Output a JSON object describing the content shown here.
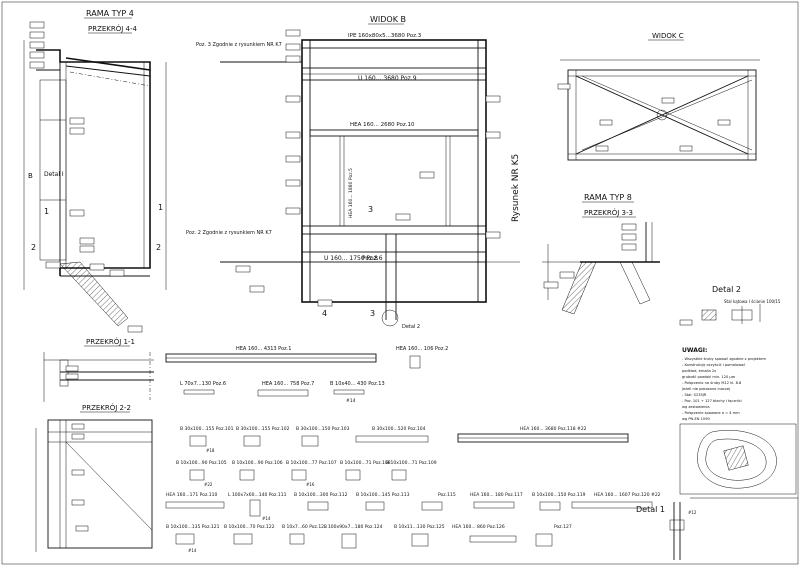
{
  "titles": {
    "rama_typ4": "RAMA TYP 4",
    "przekroj_44": "PRZEKRÓJ 4-4",
    "widok_b": "WIDOK B",
    "widok_c": "WIDOK C",
    "rama_typ8": "RAMA TYP 8",
    "przekroj_33": "PRZEKRÓJ 3-3",
    "detal2": "Detal 2",
    "detal1": "Detal 1",
    "detal1_small": "Detal I",
    "przekroj_11": "PRZEKRÓJ 1-1",
    "przekroj_22": "PRZEKRÓJ 2-2",
    "rysunek": "Rysunek NR K5"
  },
  "notes": {
    "poz3": "Poz. 3 Zgodnie z rysunkiem NR K7",
    "poz2": "Poz. 2 Zgodnie z rysunkiem NR K7",
    "detal2_caption": "Stal kątowa I ścianie 100/15"
  },
  "views": {
    "widok_b": {
      "p3": "IPE 160x80x5...3680 Poz.3",
      "p9": "U 160... 3680 Poz.9",
      "p10": "HEA 160... 2680 Poz.10",
      "p6": "U 160... 1750 Poz.6",
      "v1": "HEA 160... 1880 Poz.5",
      "detal2_ref": "Detal 2"
    }
  },
  "parts": {
    "pos1": "HEA 160... 4313 Poz.1",
    "pos2": "HEA 160... 106 Poz.2",
    "pos6": "L 70x7...130 Poz.6",
    "pos7": "HEA 160... 758 Poz.7",
    "pos13": "B 10x40... 430 Poz.13",
    "row2": [
      "B 30x100...155 Poz.101",
      "B 30x100...155 Poz.102",
      "B 30x100...150 Poz.103",
      "B 30x100...520 Poz.104",
      "HEA 160... 3680 Poz.118 #22"
    ],
    "row3": [
      "B 10x100...90 Poz.105",
      "B 10x100...90 Poz.106",
      "B 10x100...77 Poz.107",
      "B 10x100...71 Poz.108",
      "B 10x100...71 Poz.109"
    ],
    "row4": [
      "HEA 160...171 Poz.110",
      "L 100x7x60...140 Poz.111",
      "B 10x100...300 Poz.112",
      "B 10x100...145 Poz.113",
      "Poz.115",
      "HEA 160... 180 Poz.117",
      "B 10x100...150 Poz.119",
      "HEA 160... 1607 Poz.120 #22"
    ],
    "row5": [
      "B 10x100...135 Poz.121",
      "B 10x100...70 Poz.122",
      "B 10x7...60 Poz.123",
      "L 100x90x7...180 Poz.124",
      "B 10x11...130 Poz.125",
      "HEA 160... 860 Poz.126",
      "Poz.127"
    ]
  },
  "uwagi": {
    "title": "UWAGI:",
    "lines": [
      "- Wszystkie śruby spawać zgodnie z projektem",
      "- Konstrukcję oczyścić i pomalować",
      "  podkład, emalia 2x",
      "  grubość powłoki min. 120 µm",
      "- Połączenia na śruby M12 kl. 8.8",
      "  jeżeli nie pokazano inaczej",
      "- Stal: S235JR",
      "- Poz. 101 ÷ 127 blachy i łączniki",
      "  wg zestawienia",
      "- Połączenie spawane a = 4 mm",
      "  wg PN-EN 1090"
    ]
  },
  "labels": {
    "sec1": "1",
    "sec2": "2",
    "sec3": "3",
    "sec4": "4",
    "secB": "B",
    "poz8_label": "Poz.8",
    "p14": "#14",
    "p16": "#16",
    "p18": "#18",
    "p22": "#22",
    "p12": "#12"
  }
}
